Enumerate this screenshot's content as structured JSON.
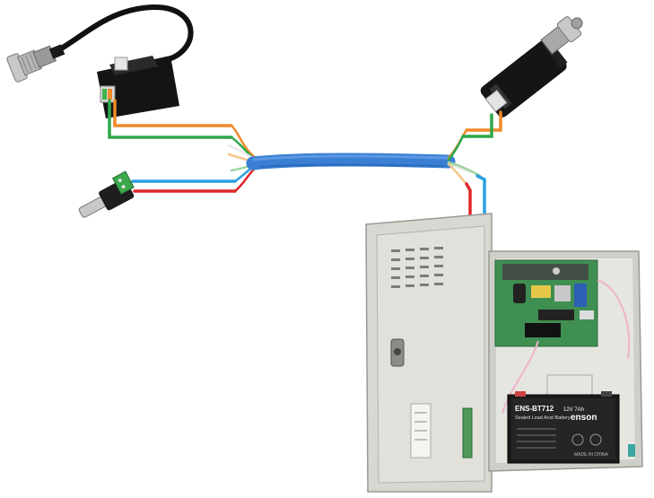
{
  "battery": {
    "model": "ENS-BT712",
    "spec": "12V 7Ah",
    "subtitle": "Sealed Lead Acid Battery",
    "brand": "enson",
    "made_in": "MADE IN CHINA"
  },
  "colors": {
    "utp_cable": "#3a7fd4",
    "wire_orange": "#f08a2a",
    "wire_green": "#2fa84a",
    "wire_blue": "#2a9fe0",
    "wire_red": "#e0262a",
    "enclosure": "#dcdcd6",
    "pcb": "#3f8f52",
    "balun_body": "#151515"
  },
  "icons": [
    "bnc-connector-icon",
    "video-balun-icon",
    "dc-power-plug-icon",
    "power-supply-box-icon",
    "battery-icon"
  ]
}
